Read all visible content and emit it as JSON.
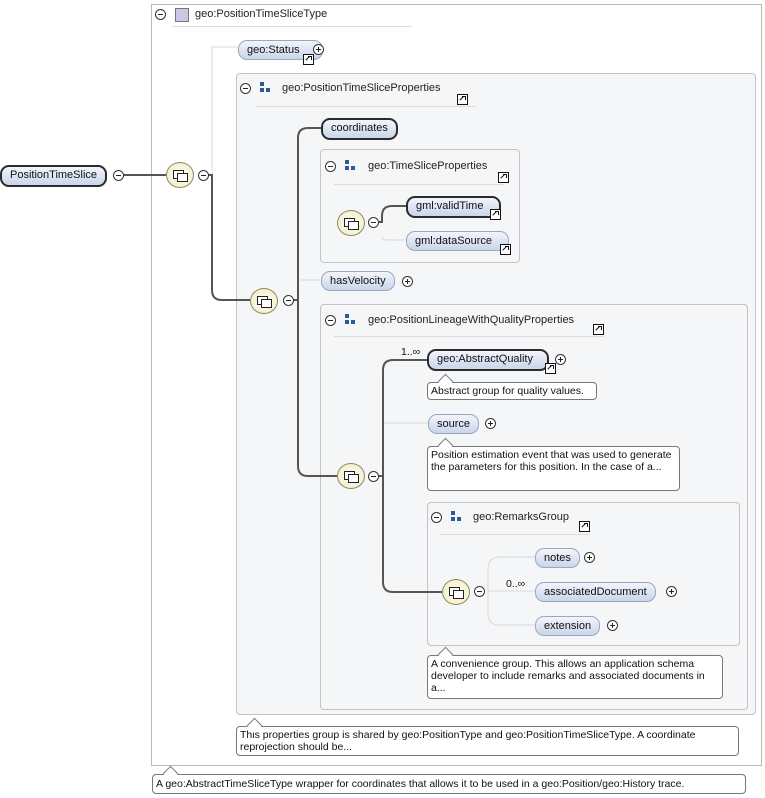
{
  "root": {
    "label": "PositionTimeSlice"
  },
  "type_frame": {
    "title": "geo:PositionTimeSliceType",
    "annotation": "A geo:AbstractTimeSliceType wrapper for coordinates that allows it to be used in a geo:Position/geo:History trace."
  },
  "status": {
    "label": "geo:Status"
  },
  "properties_group": {
    "title": "geo:PositionTimeSliceProperties",
    "annotation": "This properties group is shared by geo:PositionType and geo:PositionTimeSliceType. A coordinate reprojection should be..."
  },
  "coordinates": {
    "label": "coordinates"
  },
  "timeslice_group": {
    "title": "geo:TimeSliceProperties",
    "valid_time": "gml:validTime",
    "data_source": "gml:dataSource"
  },
  "has_velocity": {
    "label": "hasVelocity"
  },
  "lineage_group": {
    "title": "geo:PositionLineageWithQualityProperties",
    "abstract_quality": {
      "label": "geo:AbstractQuality",
      "multiplicity": "1..∞",
      "annotation": "Abstract group for quality values."
    },
    "source": {
      "label": "source",
      "annotation": "Position estimation event that was used to generate the parameters for this position. In the case of a..."
    }
  },
  "remarks_group": {
    "title": "geo:RemarksGroup",
    "notes": "notes",
    "associated_document": "associatedDocument",
    "associated_multiplicity": "0..∞",
    "extension": "extension",
    "annotation": "A convenience group. This allows an application schema developer to include remarks and associated documents in a..."
  }
}
